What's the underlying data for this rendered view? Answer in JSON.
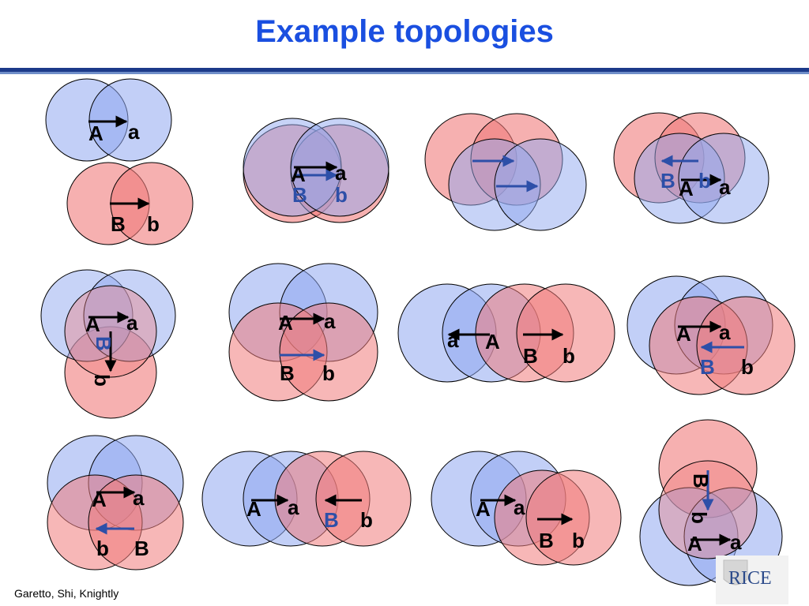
{
  "title": "Example topologies",
  "footer": "Garetto, Shi, Knightly",
  "logo": {
    "text": "RICE",
    "icon": "rice-crest-icon"
  },
  "colors": {
    "title": "#1a4fe0",
    "blue_fill": "#8fa8f0",
    "red_fill": "#f07c7c",
    "arrow": "#000000",
    "arrow_blue": "#2d4fa8",
    "rule_dark": "#1c3a8a",
    "rule_light": "#6f8ec9"
  },
  "labels": {
    "A": "A",
    "a": "a",
    "B": "B",
    "b": "b"
  }
}
